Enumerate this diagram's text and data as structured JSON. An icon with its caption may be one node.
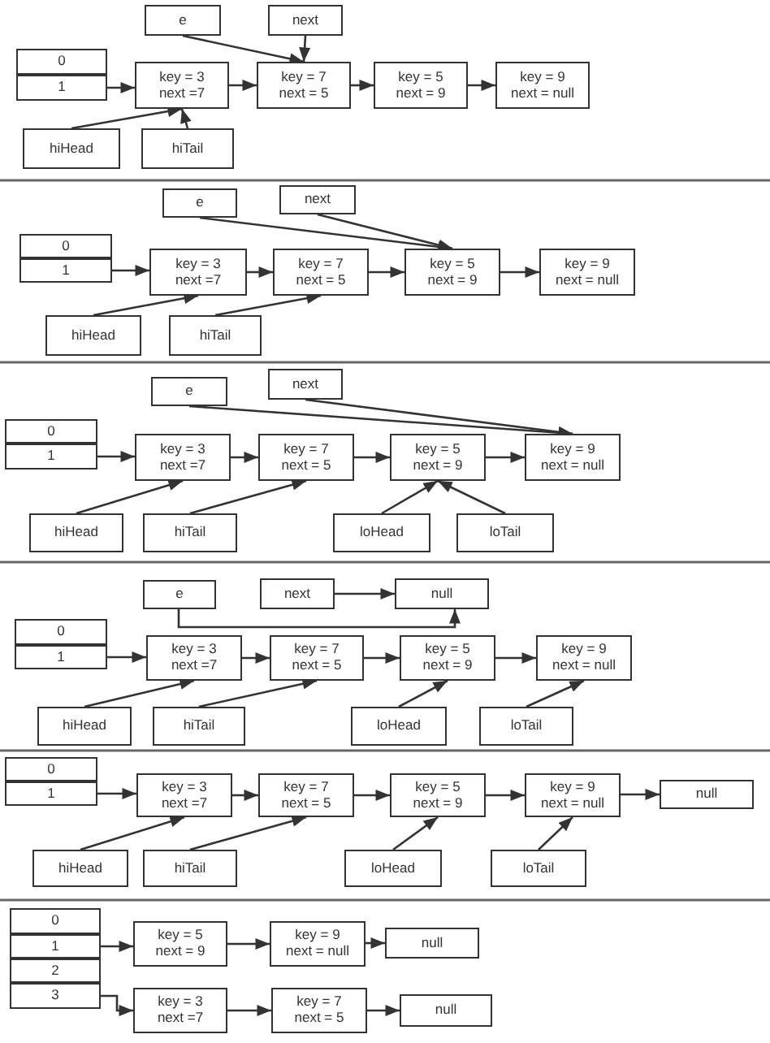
{
  "diagram": {
    "nodes": [
      {
        "text": [
          "e"
        ]
      },
      {
        "text": [
          "next"
        ]
      },
      {
        "text": [
          "0"
        ]
      },
      {
        "text": [
          "1"
        ]
      },
      {
        "text": [
          "key = 3",
          "next =7"
        ]
      },
      {
        "text": [
          "key = 7",
          "next = 5"
        ]
      },
      {
        "text": [
          "key = 5",
          "next = 9"
        ]
      },
      {
        "text": [
          "key = 9",
          "next = null"
        ]
      },
      {
        "text": [
          "hiHead"
        ]
      },
      {
        "text": [
          "hiTail"
        ]
      },
      {
        "text": [
          "e"
        ]
      },
      {
        "text": [
          "next"
        ]
      },
      {
        "text": [
          "0"
        ]
      },
      {
        "text": [
          "1"
        ]
      },
      {
        "text": [
          "key = 3",
          "next =7"
        ]
      },
      {
        "text": [
          "key = 7",
          "next = 5"
        ]
      },
      {
        "text": [
          "key = 5",
          "next = 9"
        ]
      },
      {
        "text": [
          "key = 9",
          "next = null"
        ]
      },
      {
        "text": [
          "hiHead"
        ]
      },
      {
        "text": [
          "hiTail"
        ]
      },
      {
        "text": [
          "e"
        ]
      },
      {
        "text": [
          "next"
        ]
      },
      {
        "text": [
          "0"
        ]
      },
      {
        "text": [
          "1"
        ]
      },
      {
        "text": [
          "key = 3",
          "next =7"
        ]
      },
      {
        "text": [
          "key = 7",
          "next = 5"
        ]
      },
      {
        "text": [
          "key = 5",
          "next = 9"
        ]
      },
      {
        "text": [
          "key = 9",
          "next = null"
        ]
      },
      {
        "text": [
          "hiHead"
        ]
      },
      {
        "text": [
          "hiTail"
        ]
      },
      {
        "text": [
          "loHead"
        ]
      },
      {
        "text": [
          "loTail"
        ]
      },
      {
        "text": [
          "e"
        ]
      },
      {
        "text": [
          "next"
        ]
      },
      {
        "text": [
          "null"
        ]
      },
      {
        "text": [
          "0"
        ]
      },
      {
        "text": [
          "1"
        ]
      },
      {
        "text": [
          "key = 3",
          "next =7"
        ]
      },
      {
        "text": [
          "key = 7",
          "next = 5"
        ]
      },
      {
        "text": [
          "key = 5",
          "next = 9"
        ]
      },
      {
        "text": [
          "key = 9",
          "next = null"
        ]
      },
      {
        "text": [
          "hiHead"
        ]
      },
      {
        "text": [
          "hiTail"
        ]
      },
      {
        "text": [
          "loHead"
        ]
      },
      {
        "text": [
          "loTail"
        ]
      },
      {
        "text": [
          "0"
        ]
      },
      {
        "text": [
          "1"
        ]
      },
      {
        "text": [
          "key = 3",
          "next =7"
        ]
      },
      {
        "text": [
          "key = 7",
          "next = 5"
        ]
      },
      {
        "text": [
          "key = 5",
          "next = 9"
        ]
      },
      {
        "text": [
          "key = 9",
          "next = null"
        ]
      },
      {
        "text": [
          "null"
        ]
      },
      {
        "text": [
          "hiHead"
        ]
      },
      {
        "text": [
          "hiTail"
        ]
      },
      {
        "text": [
          "loHead"
        ]
      },
      {
        "text": [
          "loTail"
        ]
      },
      {
        "text": [
          "0"
        ]
      },
      {
        "text": [
          "1"
        ]
      },
      {
        "text": [
          "2"
        ]
      },
      {
        "text": [
          "3"
        ]
      },
      {
        "text": [
          "key = 5",
          "next = 9"
        ]
      },
      {
        "text": [
          "key = 9",
          "next = null"
        ]
      },
      {
        "text": [
          "null"
        ]
      },
      {
        "text": [
          "key = 3",
          "next =7"
        ]
      },
      {
        "text": [
          "key = 7",
          "next = 5"
        ]
      },
      {
        "text": [
          "null"
        ]
      }
    ],
    "edges": [
      {
        "from": 3,
        "to": 4,
        "arrow": "to"
      },
      {
        "from": 4,
        "to": 5,
        "arrow": "to"
      },
      {
        "from": 5,
        "to": 6,
        "arrow": "to"
      },
      {
        "from": 6,
        "to": 7,
        "arrow": "to"
      },
      {
        "from": 0,
        "to": 5,
        "arrow": "to"
      },
      {
        "from": 1,
        "to": 5,
        "arrow": "to"
      },
      {
        "from": 8,
        "to": 4,
        "arrow": "to"
      },
      {
        "from": 9,
        "to": 4,
        "arrow": "to"
      },
      {
        "from": 13,
        "to": 14,
        "arrow": "to"
      },
      {
        "from": 14,
        "to": 15,
        "arrow": "to"
      },
      {
        "from": 15,
        "to": 16,
        "arrow": "to"
      },
      {
        "from": 16,
        "to": 17,
        "arrow": "to"
      },
      {
        "from": 10,
        "to": 16,
        "arrow": "to"
      },
      {
        "from": 11,
        "to": 16,
        "arrow": "to"
      },
      {
        "from": 18,
        "to": 14,
        "arrow": "to"
      },
      {
        "from": 19,
        "to": 15,
        "arrow": "to"
      },
      {
        "from": 23,
        "to": 24,
        "arrow": "to"
      },
      {
        "from": 24,
        "to": 25,
        "arrow": "to"
      },
      {
        "from": 25,
        "to": 26,
        "arrow": "to"
      },
      {
        "from": 26,
        "to": 27,
        "arrow": "to"
      },
      {
        "from": 20,
        "to": 27,
        "arrow": "to"
      },
      {
        "from": 21,
        "to": 27,
        "arrow": "to"
      },
      {
        "from": 28,
        "to": 24,
        "arrow": "to"
      },
      {
        "from": 29,
        "to": 25,
        "arrow": "to"
      },
      {
        "from": 30,
        "to": 26,
        "arrow": "to"
      },
      {
        "from": 31,
        "to": 26,
        "arrow": "to"
      },
      {
        "from": 33,
        "to": 34,
        "arrow": "to"
      },
      {
        "from": 32,
        "to": 34,
        "arrow": "to"
      },
      {
        "from": 36,
        "to": 37,
        "arrow": "to"
      },
      {
        "from": 37,
        "to": 38,
        "arrow": "to"
      },
      {
        "from": 38,
        "to": 39,
        "arrow": "to"
      },
      {
        "from": 39,
        "to": 40,
        "arrow": "to"
      },
      {
        "from": 41,
        "to": 37,
        "arrow": "to"
      },
      {
        "from": 42,
        "to": 38,
        "arrow": "to"
      },
      {
        "from": 43,
        "to": 39,
        "arrow": "to"
      },
      {
        "from": 44,
        "to": 40,
        "arrow": "to"
      },
      {
        "from": 46,
        "to": 47,
        "arrow": "to"
      },
      {
        "from": 47,
        "to": 48,
        "arrow": "to"
      },
      {
        "from": 48,
        "to": 49,
        "arrow": "to"
      },
      {
        "from": 49,
        "to": 50,
        "arrow": "to"
      },
      {
        "from": 50,
        "to": 51,
        "arrow": "to"
      },
      {
        "from": 52,
        "to": 47,
        "arrow": "to"
      },
      {
        "from": 53,
        "to": 48,
        "arrow": "to"
      },
      {
        "from": 54,
        "to": 49,
        "arrow": "to"
      },
      {
        "from": 55,
        "to": 50,
        "arrow": "to"
      },
      {
        "from": 57,
        "to": 60,
        "arrow": "to"
      },
      {
        "from": 60,
        "to": 61,
        "arrow": "to"
      },
      {
        "from": 61,
        "to": 62,
        "arrow": "to"
      },
      {
        "from": 59,
        "to": 63,
        "arrow": "to"
      },
      {
        "from": 63,
        "to": 64,
        "arrow": "to"
      },
      {
        "from": 64,
        "to": 65,
        "arrow": "to"
      }
    ]
  }
}
